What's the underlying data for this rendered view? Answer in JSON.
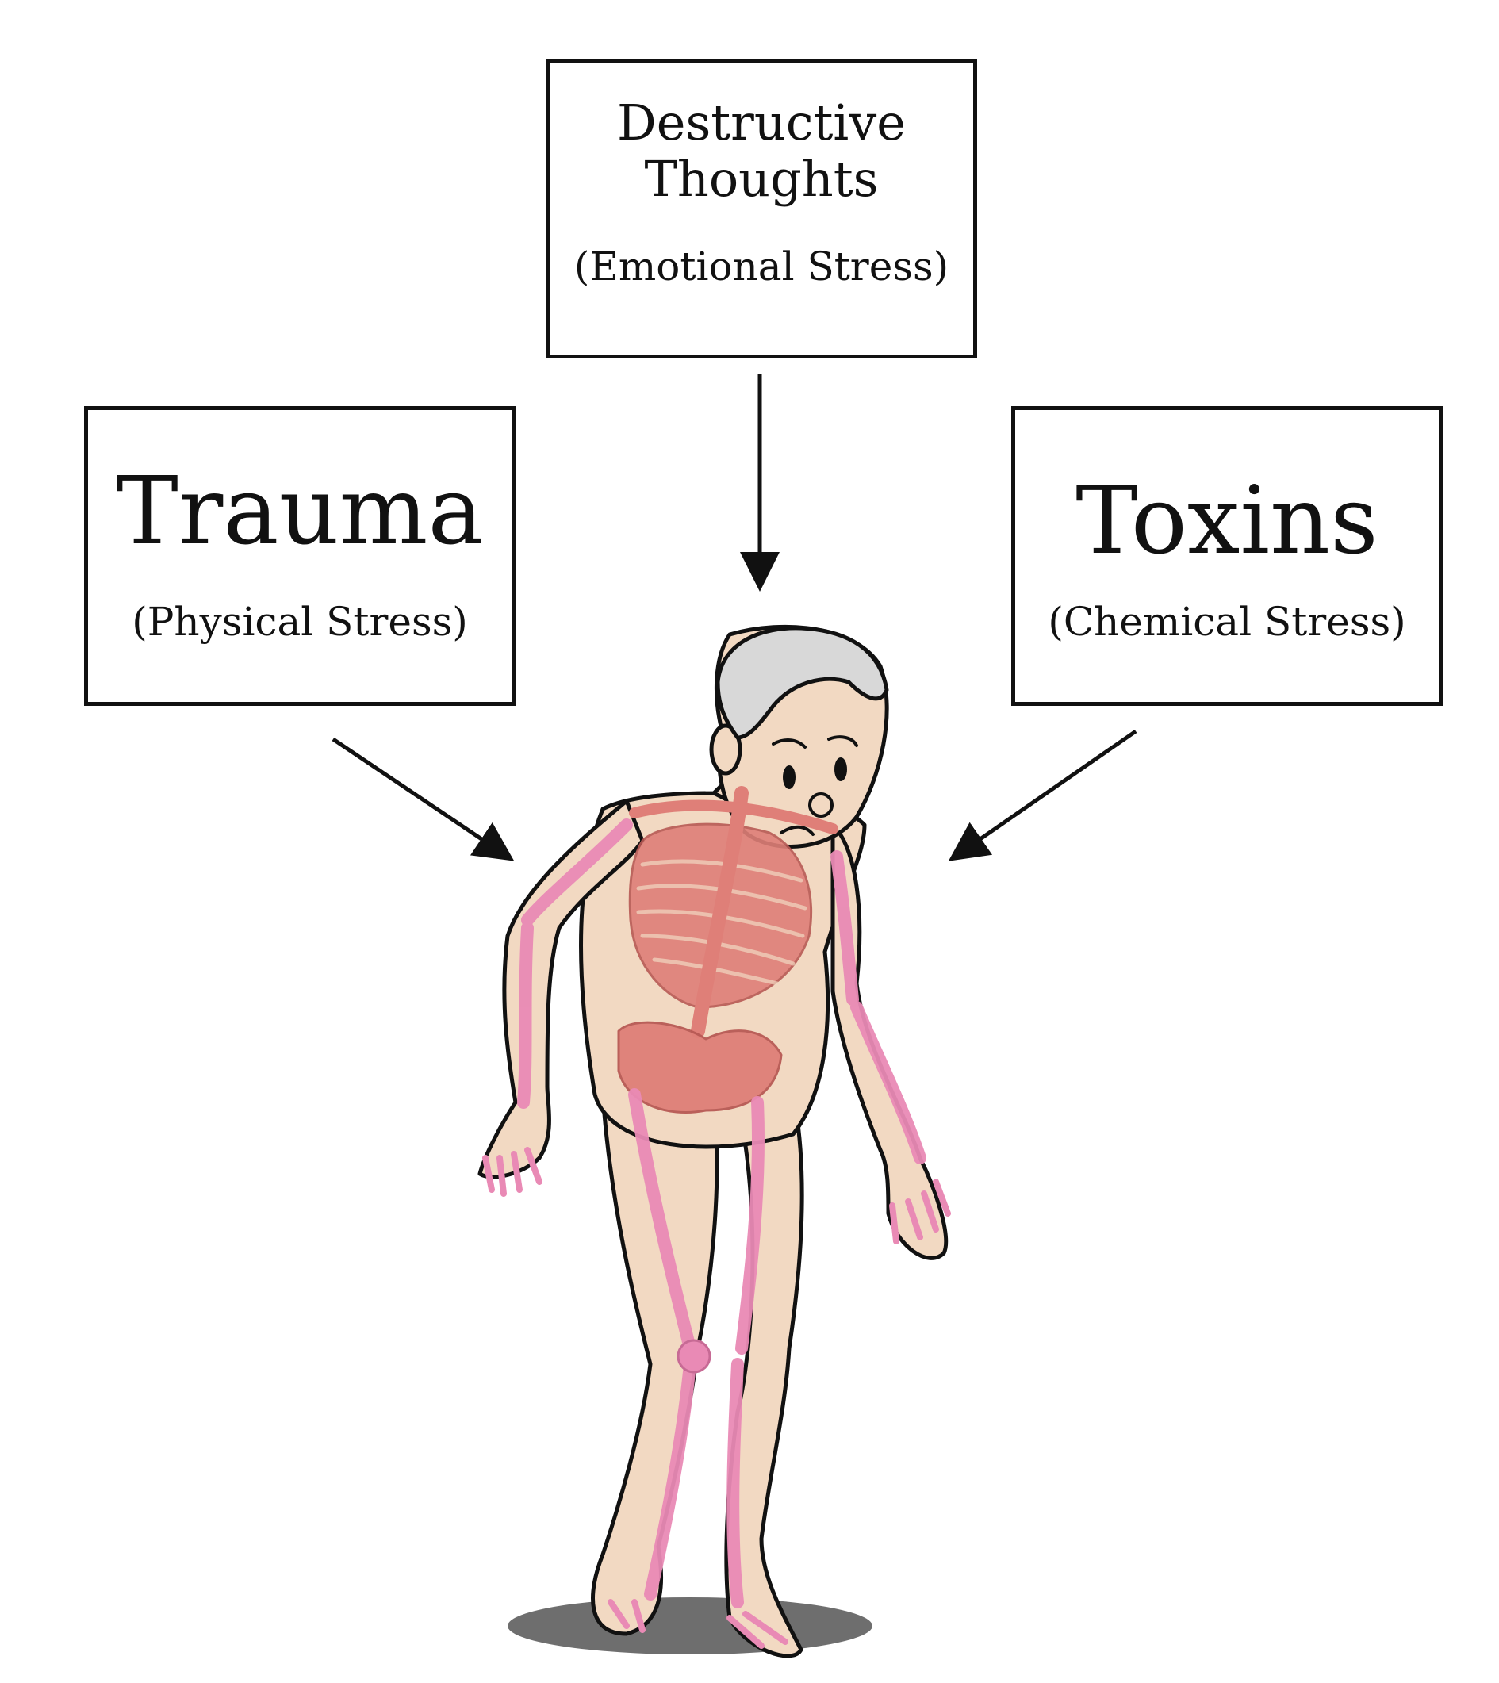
{
  "boxes": {
    "emotional": {
      "line1": "Destructive",
      "line2": "Thoughts",
      "sub": "(Emotional Stress)"
    },
    "physical": {
      "title": "Trauma",
      "sub": "(Physical Stress)"
    },
    "chemical": {
      "title": "Toxins",
      "sub": "(Chemical Stress)"
    }
  },
  "colors": {
    "skin": "#f2d9c2",
    "bone_pink": "#e98ab5",
    "bone_red": "#df7f78",
    "hair": "#d8d8d8",
    "outline": "#111111"
  },
  "icons": {
    "figure": "elderly-man-skeleton-illustration"
  }
}
